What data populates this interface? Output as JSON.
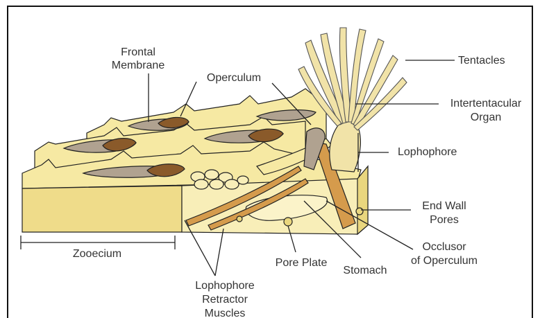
{
  "colors": {
    "body": "#f6e9a3",
    "body_dark": "#e9d67e",
    "membrane": "#b0a290",
    "operculum": "#8a5a2a",
    "muscle": "#d59b4c",
    "tentacle": "#f1e3a8"
  },
  "labels": {
    "frontal_membrane": [
      "Frontal",
      "Membrane"
    ],
    "operculum": "Operculum",
    "tentacles": "Tentacles",
    "intertentacular_organ": [
      "Intertentacular",
      "Organ"
    ],
    "lophophore": "Lophophore",
    "end_wall_pores": [
      "End Wall",
      "Pores"
    ],
    "occlusor": [
      "Occlusor",
      "of Operculum"
    ],
    "stomach": "Stomach",
    "pore_plate": "Pore Plate",
    "zooecium": "Zooecium",
    "retractor": [
      "Lophophore",
      "Retractor",
      "Muscles"
    ]
  }
}
